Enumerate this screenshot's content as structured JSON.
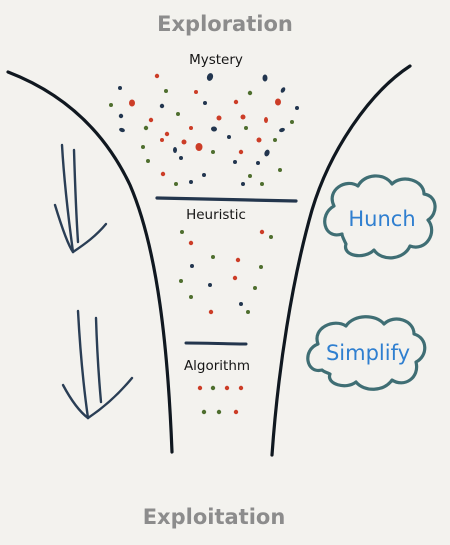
{
  "top_label": "Exploration",
  "bottom_label": "Exploitation",
  "stages": {
    "mystery": "Mystery",
    "heuristic": "Heuristic",
    "algorithm": "Algorithm"
  },
  "clouds": {
    "hunch": "Hunch",
    "simplify": "Simplify"
  },
  "colors": {
    "background": "#f3f2ee",
    "ink": "#1b2a3a",
    "muted_text": "#8c8c8c",
    "cloud_stroke": "#3f6e74",
    "cloud_text": "#2f7fd0",
    "dot_red": "#cc3d27",
    "dot_green": "#4e6e2e",
    "dot_navy": "#22364f"
  },
  "icons": [
    "down-arrow-icon",
    "cloud-icon"
  ]
}
